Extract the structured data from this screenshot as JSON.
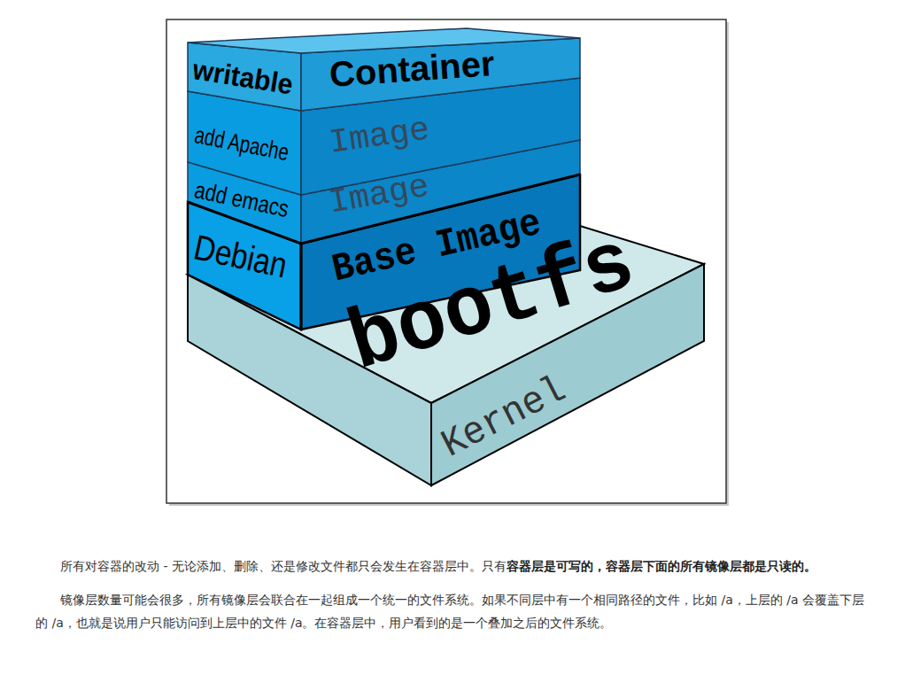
{
  "diagram": {
    "nodes": [
      {
        "text": [
          "writable",
          "Container"
        ]
      },
      {
        "text": [
          "add Apache",
          "Image"
        ]
      },
      {
        "text": [
          "add emacs",
          "Image"
        ]
      },
      {
        "text": [
          "Debian",
          "Base Image"
        ]
      },
      {
        "text": [
          "bootfs",
          "Kernel"
        ]
      }
    ],
    "labels": [
      "所有对容器的改动 - 无论添加、删除、还是修改文件都只会发生在容器层中。只有",
      "容器层是可写的，容器层下面的所有镜像层都是只读的。",
      "镜像层数量可能会很多，所有镜像层会联合在一起组成一个统一的文件系统。如果不同层中有一个相同路径的文件，比如 /a，上层的 /a 会覆盖下层的 /a，也就是说用户只能访问到上层中的文件 /a。在容器层中，用户看到的是一个叠加之后的文件系统。"
    ]
  }
}
